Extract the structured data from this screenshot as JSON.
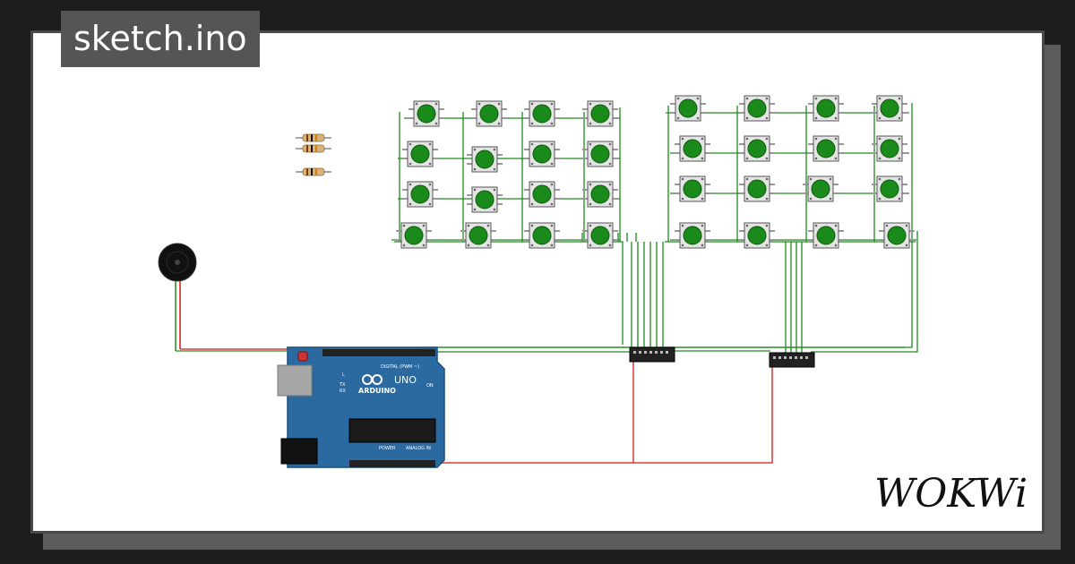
{
  "header": {
    "title": "sketch.ino"
  },
  "brand": {
    "logo_text": "WOKWi"
  },
  "board": {
    "name": "UNO",
    "maker": "ARDUINO",
    "on_label": "ON",
    "l_label": "L",
    "tx_label": "TX",
    "rx_label": "RX",
    "digital_label": "DIGITAL (PWM ~)",
    "power_label": "POWER",
    "analog_label": "ANALOG IN"
  },
  "colors": {
    "wire_green": "#1e8a1e",
    "wire_red": "#d41818",
    "button_cap": "#1a8a1a",
    "board_blue": "#2a6aa0"
  },
  "components": {
    "resistor_count": 3,
    "buzzer_count": 1,
    "button_keypads": 2,
    "buttons_per_keypad": 16
  }
}
